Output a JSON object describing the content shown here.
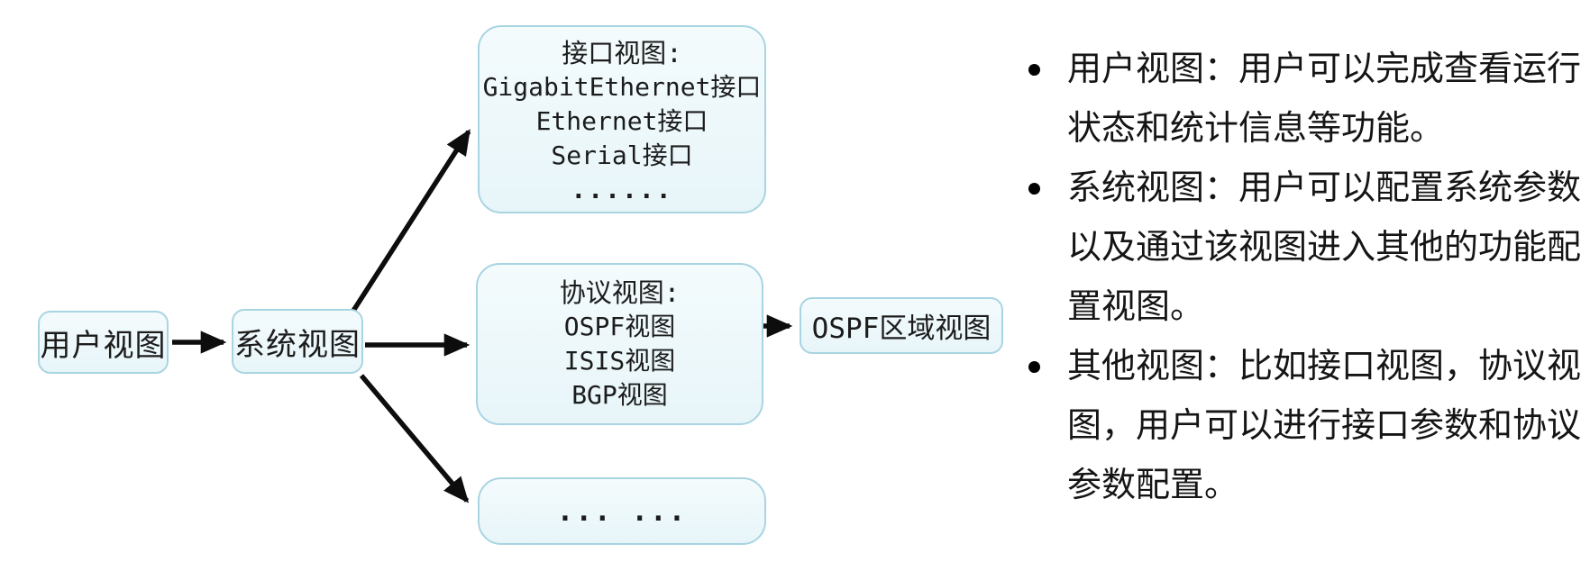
{
  "diagram": {
    "boxes": {
      "user_view": {
        "label": "用户视图"
      },
      "system_view": {
        "label": "系统视图"
      },
      "interface_view": {
        "title": "接口视图:",
        "lines": [
          "GigabitEthernet接口",
          "Ethernet接口",
          "Serial接口",
          "......"
        ]
      },
      "protocol_view": {
        "title": "协议视图:",
        "lines": [
          "OSPF视图",
          "ISIS视图",
          "BGP视图"
        ]
      },
      "ospf_area_view": {
        "label": "OSPF区域视图"
      },
      "other_views": {
        "label": "... ..."
      }
    },
    "colors": {
      "box_fill": "#e9f5f9",
      "box_border": "#a9d4e2",
      "arrow": "#0d0d0d",
      "text": "#1c1c1c"
    }
  },
  "notes": {
    "bullets": [
      {
        "lines": [
          "用户视图：用户可以完成查看运行",
          "状态和统计信息等功能。"
        ]
      },
      {
        "lines": [
          "系统视图：用户可以配置系统参数",
          "以及通过该视图进入其他的功能配",
          "置视图。"
        ]
      },
      {
        "lines": [
          "其他视图：比如接口视图，协议视",
          "图，用户可以进行接口参数和协议",
          "参数配置。"
        ]
      }
    ]
  }
}
